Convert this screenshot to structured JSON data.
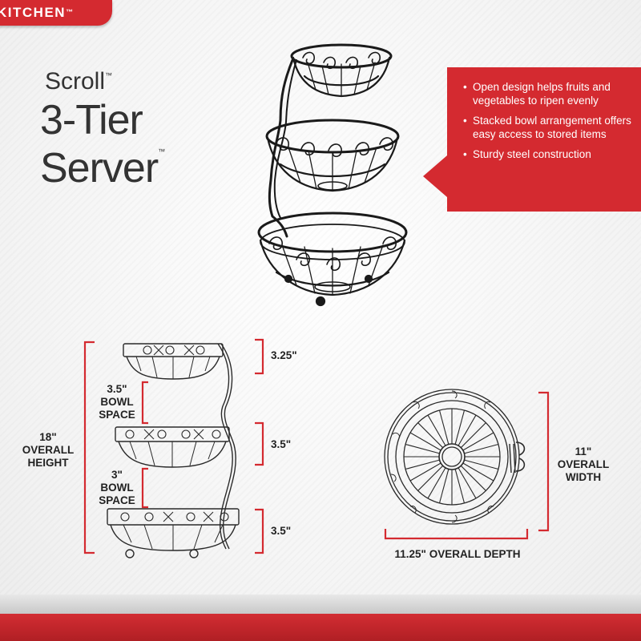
{
  "brand": {
    "label": "KITCHEN",
    "tm": "™"
  },
  "title": {
    "line1": "Scroll",
    "line2": "3-Tier",
    "line3": "Server",
    "tm": "™"
  },
  "features": [
    "Open design helps fruits and vegetables to ripen evenly",
    "Stacked bowl arrangement offers easy access to stored items",
    "Sturdy steel construction"
  ],
  "dimensions": {
    "top_bowl_height": "3.25\"",
    "bowl_space_1_value": "3.5\"",
    "bowl_space_1_label_a": "BOWL",
    "bowl_space_1_label_b": "SPACE",
    "middle_bowl_height": "3.5\"",
    "bowl_space_2_value": "3\"",
    "bowl_space_2_label_a": "BOWL",
    "bowl_space_2_label_b": "SPACE",
    "bottom_bowl_height": "3.5\"",
    "overall_height_value": "18\"",
    "overall_height_label_a": "OVERALL",
    "overall_height_label_b": "HEIGHT",
    "overall_width_value": "11\"",
    "overall_width_label_a": "OVERALL",
    "overall_width_label_b": "WIDTH",
    "overall_depth": "11.25\" OVERALL DEPTH"
  },
  "colors": {
    "accent_red": "#d42a30",
    "dimension_red": "#d42a30",
    "wire": "#1a1a1a"
  },
  "icons": [
    "product-photo",
    "side-view-diagram",
    "top-view-diagram"
  ]
}
